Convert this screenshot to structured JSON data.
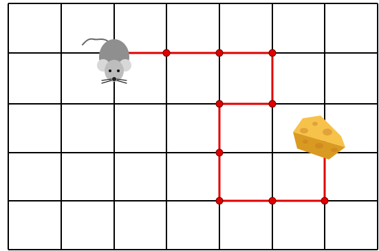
{
  "board": {
    "columns": 7,
    "rows": 5,
    "grid_color": "#000000",
    "background": "#ffffff"
  },
  "path": {
    "color": "#e00000",
    "node_color": "#e00000",
    "node_stroke": "#6a0000",
    "points": [
      [
        2,
        1
      ],
      [
        3,
        1
      ],
      [
        4,
        1
      ],
      [
        5,
        1
      ],
      [
        5,
        2
      ],
      [
        4,
        2
      ],
      [
        4,
        3
      ],
      [
        4,
        4
      ],
      [
        5,
        4
      ],
      [
        6,
        4
      ],
      [
        6,
        3
      ]
    ],
    "marked_nodes": [
      [
        3,
        1
      ],
      [
        4,
        1
      ],
      [
        5,
        1
      ],
      [
        5,
        2
      ],
      [
        4,
        2
      ],
      [
        4,
        3
      ],
      [
        4,
        4
      ],
      [
        5,
        4
      ],
      [
        6,
        4
      ]
    ]
  },
  "mouse": {
    "icon": "mouse-icon",
    "body_color": "#8f8f8f",
    "ear_color": "#d8d8d8",
    "position": [
      2,
      1
    ]
  },
  "cheese": {
    "icon": "cheese-icon",
    "color": "#f6c24a",
    "shade_color": "#d99a22",
    "position": [
      6,
      3
    ]
  }
}
